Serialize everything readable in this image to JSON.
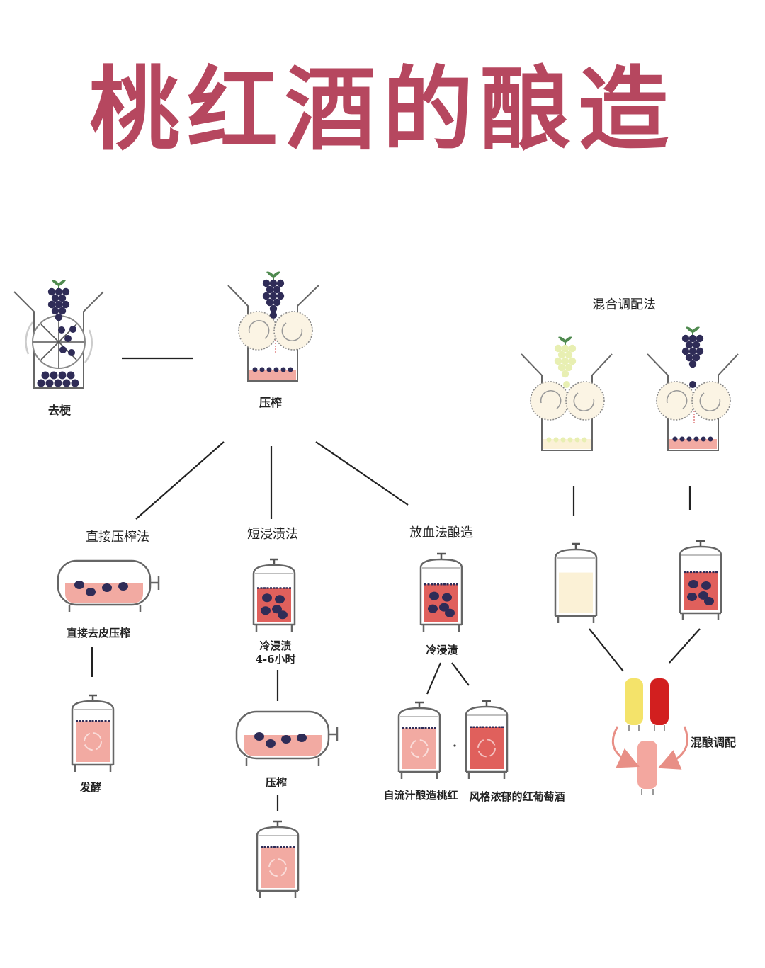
{
  "title": "桃红酒的酿造",
  "colors": {
    "title": "#b6475f",
    "grape": "#2f2c57",
    "leaf": "#4f8a4f",
    "juice_pink": "#f2aaa2",
    "juice_red": "#e0605c",
    "juice_white": "#fbf1d6",
    "white_grape": "#e8efb2",
    "yellow": "#f4e36a",
    "red": "#d21f1f",
    "blend_pink": "#f3a79f",
    "outline": "#555555",
    "arrow": "#e88f86"
  },
  "labels": {
    "destem": "去梗",
    "press": "压榨",
    "blend_method": "混合调配法",
    "direct_press": "直接压榨法",
    "short_maceration": "短浸渍法",
    "saignee": "放血法酿造",
    "direct_skin_press": "直接去皮压榨",
    "cold_soak_line1": "冷浸渍",
    "cold_soak_line2": "4-6小时",
    "cold_soak": "冷浸渍",
    "ferment": "发酵",
    "press2": "压榨",
    "free_run_rose": "自流汁酿造桃红",
    "rich_red": "风格浓郁的红葡萄酒",
    "blending": "混酿调配"
  }
}
